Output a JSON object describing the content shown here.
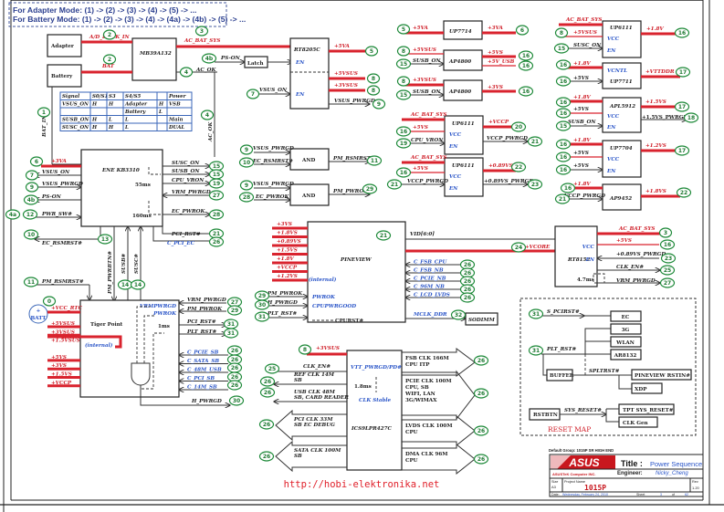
{
  "header": {
    "adapter_mode": "For Adapter Mode: (1) -> (2) -> (3) -> (4) -> (5) -> ...",
    "battery_mode": "For Battery Mode: (1) -> (2) -> (3) -> (4) -> (4a) -> (4b) -> (5) -> ..."
  },
  "blocks": {
    "adapter": "Adapter",
    "battery": "Battery",
    "charger": "MB39A132",
    "latch": "Latch",
    "rt8205c": "RT8205C",
    "up7714": "UP7714",
    "ap4800a": "AP4800",
    "ap4800b": "AP4800",
    "up6111_top": "UP6111",
    "up7711": "UP7711",
    "apl5912": "APL5912",
    "up7704": "UP7704",
    "ap9452": "AP9452",
    "up6111_vccp": "UP6111",
    "up6111_089": "UP6111",
    "ec": "ENE KB3310",
    "and1": "AND",
    "and2": "AND",
    "pineview": "PINEVIEW",
    "rt8152": "RT8152",
    "tigerpoint": "Tiger Point",
    "clockgen": "ICS9LPR427C",
    "sodimm": "SODIMM"
  },
  "nets": {
    "ad_dock_in": "A/D_DOCK_IN",
    "bat": "BAT",
    "ac_bat_sys": "AC_BAT_SYS",
    "ps_on": "PS-ON",
    "ac_ok": "AC_OK",
    "vsus_on": "VSUS_ON",
    "en": "EN",
    "vcc": "VCC",
    "p5va": "+5VA",
    "p3va": "+3VA",
    "p5vsus": "+5VSUS",
    "p3vsus": "+3VSUS",
    "vsus_pwrgd": "VSUS_PWRGD",
    "susb_on": "SUSB_ON",
    "susc_on": "SUSC_ON",
    "p5vs": "+5VS",
    "p5v_usb": "+5V_USB",
    "p3vs": "+3VS",
    "p1_8v": "+1.8V",
    "p1_8vs": "+1.8VS",
    "vcntl": "VCNTL",
    "vttddr": "+VTTDDR",
    "p1_5vs": "+1.5VS",
    "p1_5vs_pwrgd": "+1.5VS_PWRGD",
    "p1_2vs": "+1.2VS",
    "vccp": "+VCCP",
    "cpu_vron": "CPU_VRON",
    "vccp_pwrgd": "VCCP_PWRGD",
    "p0_89vs": "+0.89VS",
    "p0_89vs_pwrgd": "+0.89VS_PWRGD",
    "bat_in": "BAT_IN",
    "pwr_sw": "PWR_SW#",
    "ec_rsmrst": "EC_RSMRST#",
    "vrm_pwrgd": "VRM_PWRGD",
    "ec_pwrok": "EC_PWROK",
    "pci_rst": "PCI_RST#",
    "c_pci_ec": "C_PCI_EC",
    "pm_rsmrst": "PM_RSMRST#",
    "pm_pwrok": "PM_PWROK",
    "pm_pwrbtn": "PM_PWRBTN#",
    "susb": "SUSB#",
    "susc": "SUSC#",
    "t55ms": "55ms",
    "t160ms": "160ms",
    "vid": "VID[6:0]",
    "vcore": "+VCORE",
    "clk_en": "CLK_EN#",
    "t4_7ms": "4.7ms",
    "c_fsb_cpu": "C_FSB_CPU",
    "c_fsb_nb": "C_FSB_NB",
    "c_pcie_nb": "C_PCIE_NB",
    "c_96m_nb": "C_96M_NB",
    "c_lcd_lvds": "C_LCD_LVDS",
    "internal": "(internal)",
    "pwrok": "PWROK",
    "cpupwrgood": "CPUPWRGOOD",
    "h_pwrgd": "H_PWRGD",
    "plt_rst": "PLT_RST#",
    "cpurst": "CPURST#",
    "mclk_ddr": "MCLK_DDR",
    "vcc_rtc": "+VCC_RTC",
    "batt": "BATT",
    "p3vsus2": "+3VSUS",
    "p1_5vsus": "+1.5VSUS",
    "p1_5vs2": "+1.5VS",
    "vrmpwrgd": "VRMPWRGD",
    "t1ms": "1ms",
    "c_pcie_sb": "C_PCIE_SB",
    "c_sata_sb": "C_SATA_SB",
    "c_48m_usb": "C_48M_USB",
    "c_pci_sb": "C_PCI_SB",
    "c_14m_sb": "C_14M_SB",
    "vtt_pwrgd": "VTT_PWRGD/PD#",
    "t1_8ms": "1.8ms",
    "clk_stable": "CLK Stable"
  },
  "pineview_rails": [
    "+3VS",
    "+1.8VS",
    "+0.89VS",
    "+1.5VS",
    "+1.8V",
    "+VCCP",
    "+1.2VS"
  ],
  "tiger_rails": [
    "+5VSUS",
    "+3VSUS",
    "+1.5VSUS",
    "+5VS",
    "+3VS",
    "+1.5VS",
    "+VCCP"
  ],
  "clock_left": [
    {
      "l1": "REF CLK 14M",
      "l2": "SB"
    },
    {
      "l1": "USB CLK 48M",
      "l2": "SB, CARD READER"
    },
    {
      "l1": "PCI CLK 33M",
      "l2": "SB EC DEBUG"
    },
    {
      "l1": "SATA CLK 100M",
      "l2": "SB"
    }
  ],
  "clock_right": [
    {
      "l1": "FSB CLK 166M",
      "l2": "CPU ITP",
      "l3": "",
      "l4": ""
    },
    {
      "l1": "PCIE CLK 100M",
      "l2": "CPU, SB",
      "l3": "WIFI, LAN",
      "l4": "3G/WIMAX"
    },
    {
      "l1": "LVDS CLK 100M",
      "l2": "CPU",
      "l3": "",
      "l4": ""
    },
    {
      "l1": "DMA CLK 96M",
      "l2": "CPU",
      "l3": "",
      "l4": ""
    }
  ],
  "signal_table": {
    "headers": [
      "Signal",
      "S0/S1",
      "S3",
      "S4/S5",
      "",
      "Power"
    ],
    "rows": [
      [
        "VSUS_ON",
        "H",
        "H",
        "Adapter",
        "H",
        "VSB"
      ],
      [
        "",
        "",
        "",
        "Battery",
        "L",
        ""
      ],
      [
        "SUSB_ON",
        "H",
        "L",
        "L",
        "",
        "Main"
      ],
      [
        "SUSC_ON",
        "H",
        "H",
        "L",
        "",
        "DUAL"
      ]
    ]
  },
  "reset_map": {
    "title": "RESET MAP",
    "s_pcirst": "S_PCIRST#",
    "plt_rst": "PLT_RST#",
    "spltrst": "SPLTRST#",
    "sys_reset": "SYS_RESET#",
    "buffer": "BUFFER",
    "rstbtn": "RSTBTN",
    "targets": [
      "EC",
      "3G",
      "WLAN",
      "AR8132"
    ],
    "spl_targets": [
      "PINEVIEW RSTIN#",
      "XDP"
    ],
    "sys_targets": [
      "TPT SYS_RESET#",
      "CLK Gen"
    ]
  },
  "title_block": {
    "group": "Default Group: 1015P SR HIGH END",
    "brand": "ASUS",
    "company": "ASUSTeK Computer INC.",
    "title_label": "Title :",
    "title": "Power Sequence",
    "engineer_label": "Engineer:",
    "engineer": "Nicky_Cheng",
    "size_label": "Size",
    "size": "A3",
    "project_label": "Project Name",
    "project": "1015P",
    "rev_label": "Rev",
    "rev": "1.20",
    "date_label": "Date:",
    "date": "Wednesday, February 24, 2010",
    "sheet_label": "Sheet",
    "sheet": "3",
    "of_label": "of",
    "total": "62"
  },
  "watermark": "http://hobi-elektronika.net",
  "colors": {
    "power_rail": "#d9232e",
    "bubble": "#1f8a3a",
    "pin_label": "#2a55c8",
    "frame": "#222222"
  }
}
